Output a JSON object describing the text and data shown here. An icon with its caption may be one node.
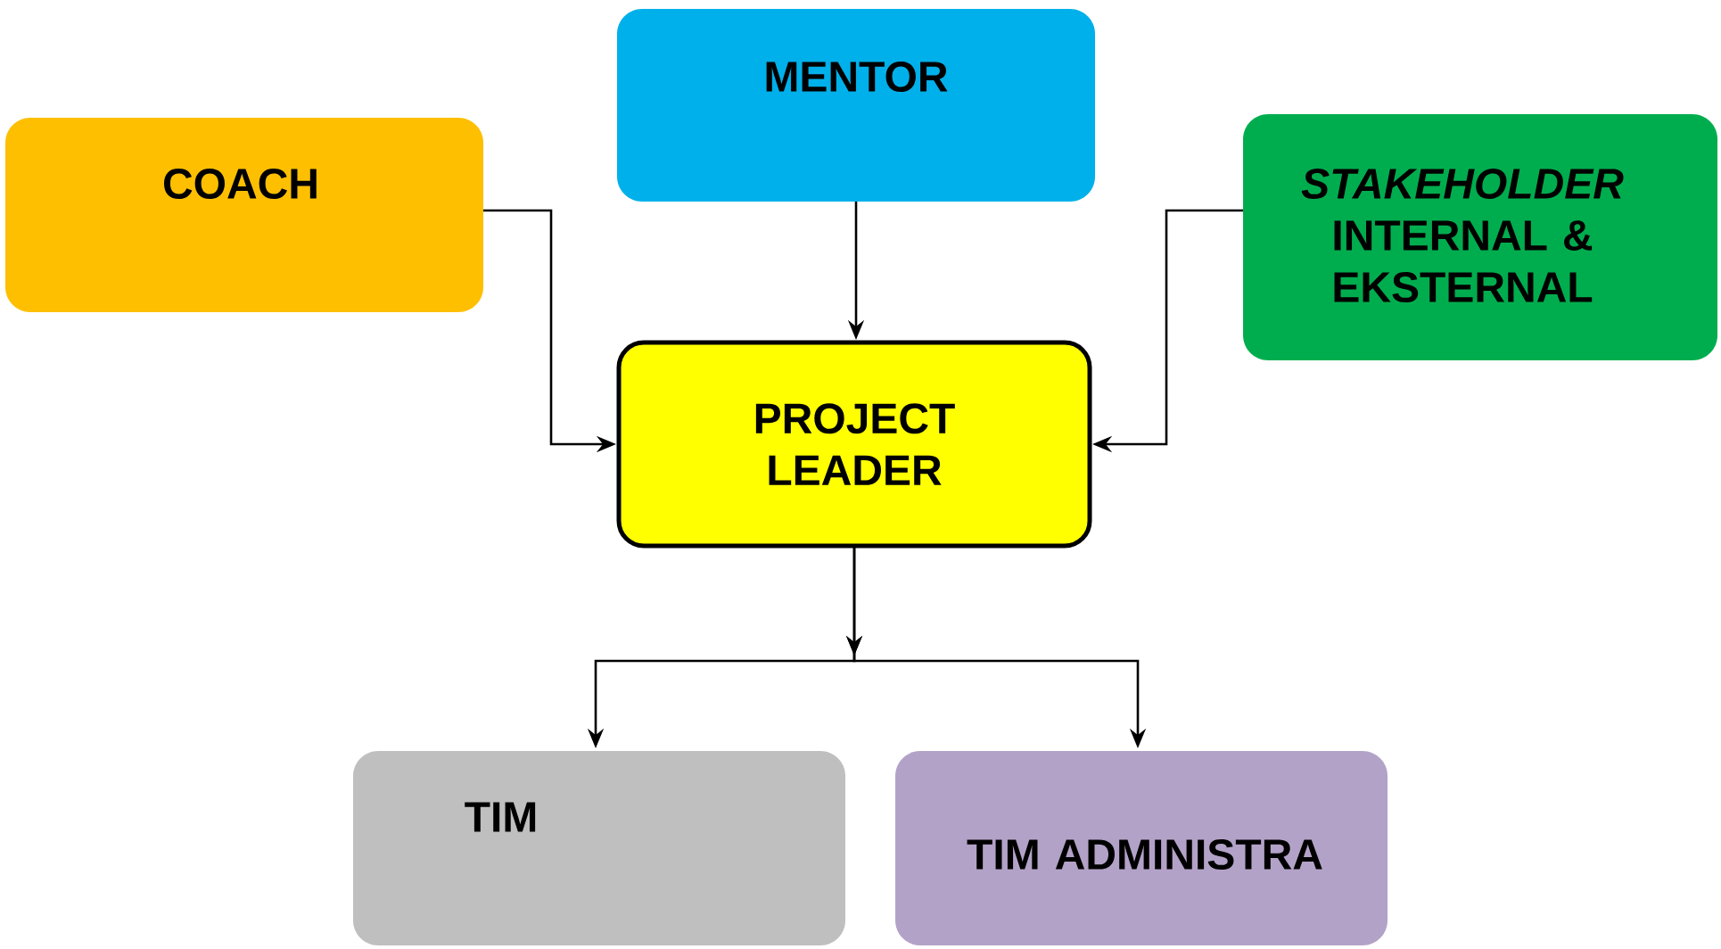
{
  "diagram": {
    "nodes": [
      {
        "text": [
          "MENTOR"
        ]
      },
      {
        "text": [
          "COACH"
        ]
      },
      {
        "text": [
          "*STAKEHOLDER* INTERNAL & EKSTERNAL"
        ]
      },
      {
        "text": [
          "PROJECT LEADER"
        ]
      },
      {
        "text": [
          "TIM"
        ]
      },
      {
        "text": [
          "TIM ADMINISTRA"
        ]
      }
    ],
    "edges": [
      {
        "from": 0,
        "to": 3,
        "arrow": "to"
      },
      {
        "from": 1,
        "to": 3,
        "arrow": "to"
      },
      {
        "from": 2,
        "to": 3,
        "arrow": "to"
      },
      {
        "from": 3,
        "to": 4,
        "arrow": "to"
      },
      {
        "from": 3,
        "to": 5,
        "arrow": "to"
      }
    ]
  }
}
